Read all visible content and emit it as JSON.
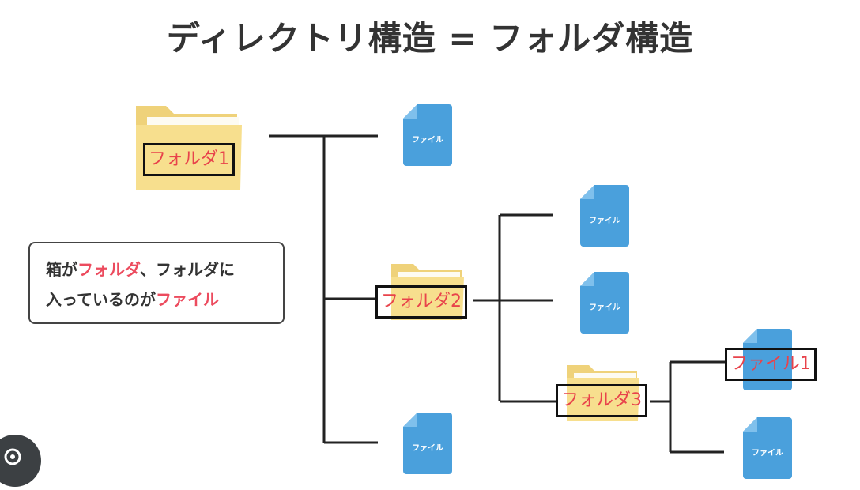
{
  "title": "ディレクトリ構造 = フォルダ構造",
  "nodes": {
    "folder1": "フォルダ1",
    "folder2": "フォルダ2",
    "folder3": "フォルダ3",
    "file_highlighted": "ファイル1",
    "file_icon_label": "ファイル"
  },
  "callout": {
    "line1_part1": "箱が",
    "line1_part2": "フォルダ",
    "line1_part3": "、フォルダに",
    "line2_part1": "入っているのが",
    "line2_part2": "ファイル"
  },
  "colors": {
    "folder": "#f6dc85",
    "file": "#4aa0dc",
    "highlight_text": "#e8434b",
    "line": "#222222"
  }
}
